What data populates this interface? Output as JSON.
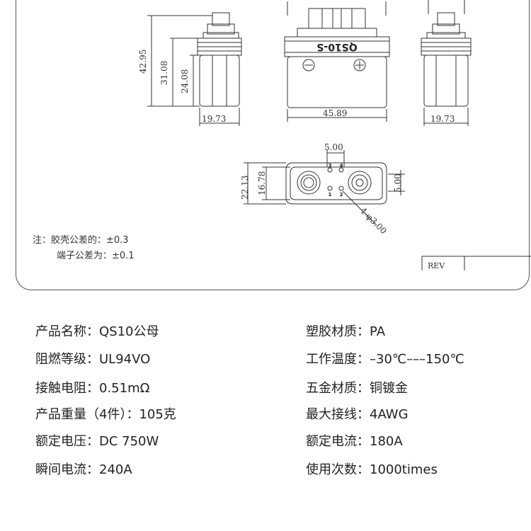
{
  "drawing": {
    "dims": {
      "top_left_partial": "42.95",
      "left_height_total": "42.95",
      "left_height_mid": "31.08",
      "left_height_inner": "24.08",
      "left_width": "19.73",
      "front_width": "45.89",
      "right_width": "19.73",
      "pin_pitch": "5.00",
      "face_height_outer": "22.13",
      "face_height_inner": "16.78",
      "face_side": "5.00",
      "hole_spec": "4-φ3.00"
    },
    "housing_mark": "QS10-S",
    "pin_labels": [
      "3",
      "4",
      "1",
      "2"
    ],
    "rev_label": "REV"
  },
  "notes": {
    "line1": "注：胶壳公差的：±0.3",
    "line2": "端子公差为：±0.1"
  },
  "specs": {
    "left": [
      {
        "label": "产品名称：",
        "value": "QS10公母"
      },
      {
        "label": "阻燃等级：",
        "value": "UL94VO"
      },
      {
        "label": "接触电阻：",
        "value": "0.51mΩ"
      },
      {
        "label": "产品重量（4件）：",
        "value": "105克"
      },
      {
        "label": "额定电压：",
        "value": "DC 750W"
      },
      {
        "label": "瞬间电流：",
        "value": "240A"
      }
    ],
    "right": [
      {
        "label": "塑胶材质：",
        "value": "PA"
      },
      {
        "label": "工作温度：",
        "value": "–30℃–––150℃"
      },
      {
        "label": "五金材质：",
        "value": "铜镀金"
      },
      {
        "label": "最大接线：",
        "value": "4AWG"
      },
      {
        "label": "额定电流：",
        "value": "180A"
      },
      {
        "label": "使用次数：",
        "value": "1000times"
      }
    ]
  }
}
